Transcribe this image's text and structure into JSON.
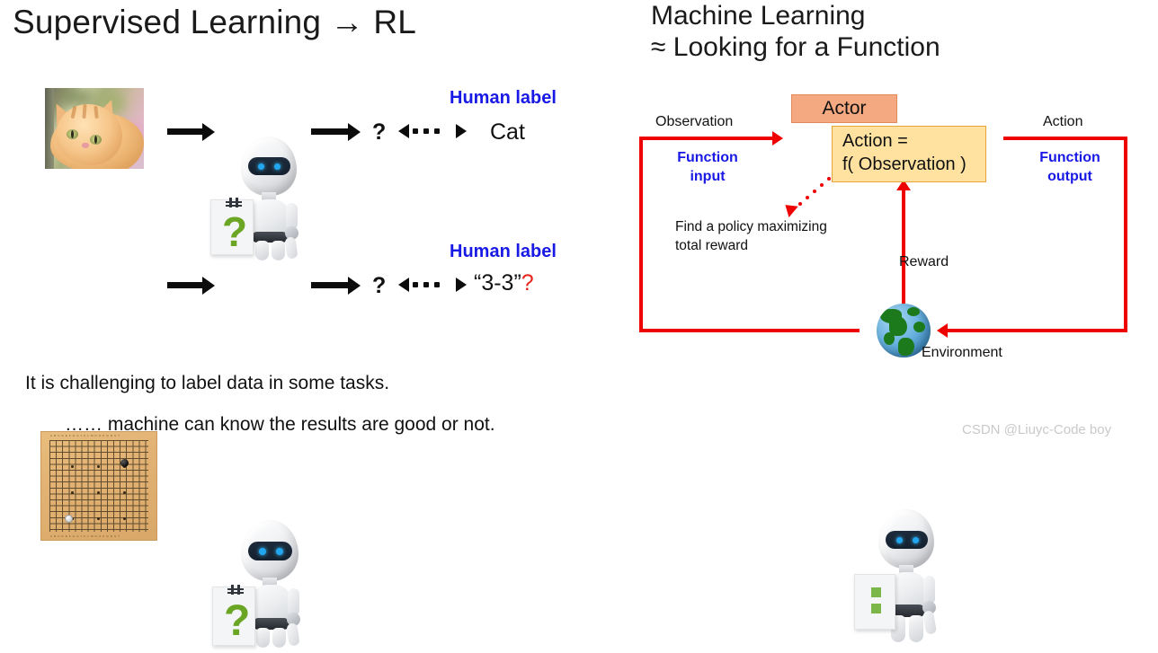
{
  "titles": {
    "left": "Supervised Learning → RL",
    "right_line1": "Machine Learning",
    "right_line2": "≈ Looking for a Function"
  },
  "supervised": {
    "rows": [
      {
        "input_name": "cat-photo",
        "machine_sign": "?",
        "output": "?",
        "label_title": "Human label",
        "label_value": "Cat",
        "label_value_suffix": ""
      },
      {
        "input_name": "go-board",
        "machine_sign": "?",
        "output": "?",
        "label_title": "Human label",
        "label_value": "“3-3”",
        "label_value_suffix": "?"
      }
    ]
  },
  "captions": {
    "line1": "It is challenging to label data in some tasks.",
    "line2": "…… machine can know the results are good or not."
  },
  "rl": {
    "observation_label": "Observation",
    "function_input_line1": "Function",
    "function_input_line2": "input",
    "action_label": "Action",
    "function_output_line1": "Function",
    "function_output_line2": "output",
    "actor_label": "Actor",
    "function_box_line1": "Action =",
    "function_box_line2": "f( Observation )",
    "policy_note_line1": "Find a policy maximizing",
    "policy_note_line2": "total reward",
    "reward_label": "Reward",
    "environment_label": "Environment"
  },
  "watermark": "CSDN @Liuyc-Code boy",
  "colors": {
    "link_blue": "#1919e6",
    "red_arrow": "#ef0000",
    "actor_fill": "#f5a981",
    "function_fill": "#ffe2a0",
    "sign_green": "#6aa524",
    "red_question": "#e8231a"
  }
}
